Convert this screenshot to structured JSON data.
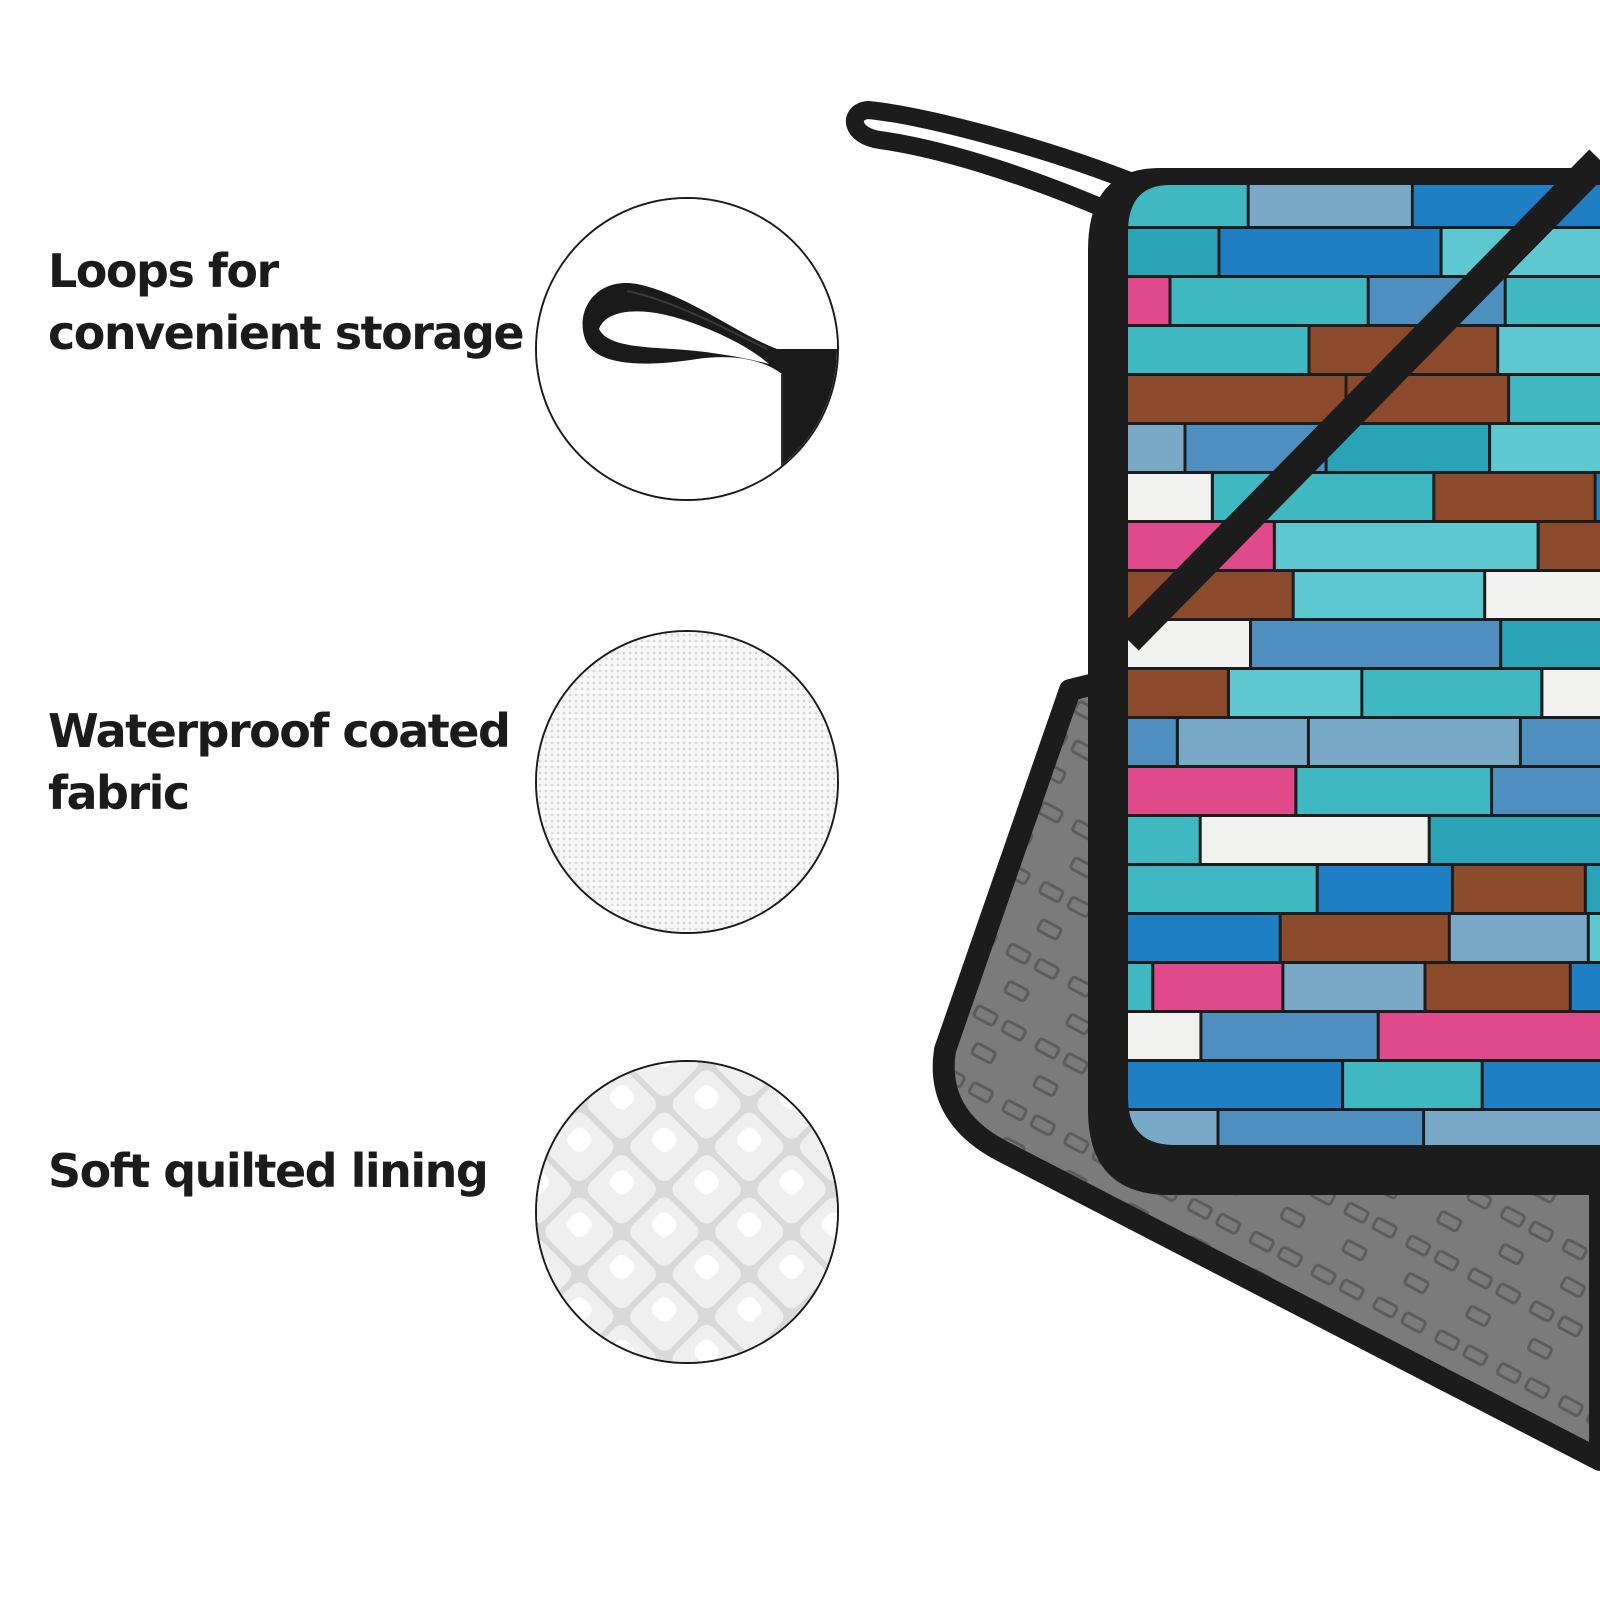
{
  "features": [
    {
      "lines": [
        "Loops for",
        "convenient storage"
      ],
      "icon": "hanging-loop-icon"
    },
    {
      "lines": [
        "Waterproof coated",
        "fabric"
      ],
      "icon": "coated-fabric-icon"
    },
    {
      "lines": [
        "Soft quilted lining"
      ],
      "icon": "quilted-lining-icon"
    }
  ],
  "colors": {
    "binding": "#1c1c1c",
    "lining": "#7c7c7c",
    "wood_palette": [
      "#1e7fc4",
      "#3fb8c2",
      "#5dc8d0",
      "#7aa9c8",
      "#8b4a2c",
      "#e0498a",
      "#f1f1ef",
      "#2aa3b6",
      "#4e8fc0"
    ]
  }
}
